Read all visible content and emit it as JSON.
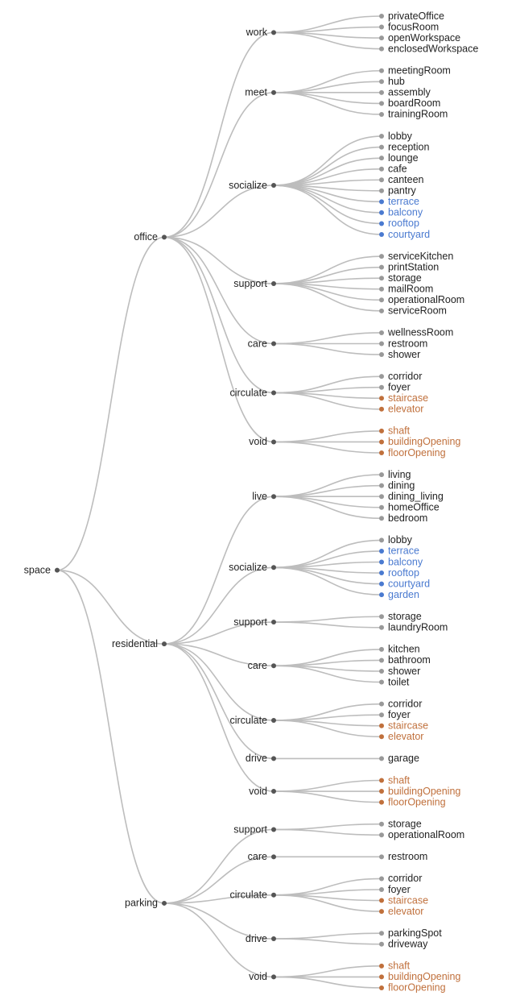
{
  "colors": {
    "link": "#bdbdbd",
    "inner_node": "#555555",
    "leaf_default": "#999999",
    "label_default": "#222222",
    "outdoor": "#4a7ad0",
    "vertical": "#c0703c"
  },
  "tree": {
    "name": "space",
    "children": [
      {
        "name": "office",
        "children": [
          {
            "name": "work",
            "children": [
              {
                "name": "privateOffice"
              },
              {
                "name": "focusRoom"
              },
              {
                "name": "openWorkspace"
              },
              {
                "name": "enclosedWorkspace"
              }
            ]
          },
          {
            "name": "meet",
            "children": [
              {
                "name": "meetingRoom"
              },
              {
                "name": "hub"
              },
              {
                "name": "assembly"
              },
              {
                "name": "boardRoom"
              },
              {
                "name": "trainingRoom"
              }
            ]
          },
          {
            "name": "socialize",
            "children": [
              {
                "name": "lobby"
              },
              {
                "name": "reception"
              },
              {
                "name": "lounge"
              },
              {
                "name": "cafe"
              },
              {
                "name": "canteen"
              },
              {
                "name": "pantry"
              },
              {
                "name": "terrace",
                "group": "outdoor"
              },
              {
                "name": "balcony",
                "group": "outdoor"
              },
              {
                "name": "rooftop",
                "group": "outdoor"
              },
              {
                "name": "courtyard",
                "group": "outdoor"
              }
            ]
          },
          {
            "name": "support",
            "children": [
              {
                "name": "serviceKitchen"
              },
              {
                "name": "printStation"
              },
              {
                "name": "storage"
              },
              {
                "name": "mailRoom"
              },
              {
                "name": "operationalRoom"
              },
              {
                "name": "serviceRoom"
              }
            ]
          },
          {
            "name": "care",
            "children": [
              {
                "name": "wellnessRoom"
              },
              {
                "name": "restroom"
              },
              {
                "name": "shower"
              }
            ]
          },
          {
            "name": "circulate",
            "children": [
              {
                "name": "corridor"
              },
              {
                "name": "foyer"
              },
              {
                "name": "staircase",
                "group": "vertical"
              },
              {
                "name": "elevator",
                "group": "vertical"
              }
            ]
          },
          {
            "name": "void",
            "children": [
              {
                "name": "shaft",
                "group": "vertical"
              },
              {
                "name": "buildingOpening",
                "group": "vertical"
              },
              {
                "name": "floorOpening",
                "group": "vertical"
              }
            ]
          }
        ]
      },
      {
        "name": "residential",
        "children": [
          {
            "name": "live",
            "children": [
              {
                "name": "living"
              },
              {
                "name": "dining"
              },
              {
                "name": "dining_living"
              },
              {
                "name": "homeOffice"
              },
              {
                "name": "bedroom"
              }
            ]
          },
          {
            "name": "socialize",
            "children": [
              {
                "name": "lobby"
              },
              {
                "name": "terrace",
                "group": "outdoor"
              },
              {
                "name": "balcony",
                "group": "outdoor"
              },
              {
                "name": "rooftop",
                "group": "outdoor"
              },
              {
                "name": "courtyard",
                "group": "outdoor"
              },
              {
                "name": "garden",
                "group": "outdoor"
              }
            ]
          },
          {
            "name": "support",
            "children": [
              {
                "name": "storage"
              },
              {
                "name": "laundryRoom"
              }
            ]
          },
          {
            "name": "care",
            "children": [
              {
                "name": "kitchen"
              },
              {
                "name": "bathroom"
              },
              {
                "name": "shower"
              },
              {
                "name": "toilet"
              }
            ]
          },
          {
            "name": "circulate",
            "children": [
              {
                "name": "corridor"
              },
              {
                "name": "foyer"
              },
              {
                "name": "staircase",
                "group": "vertical"
              },
              {
                "name": "elevator",
                "group": "vertical"
              }
            ]
          },
          {
            "name": "drive",
            "children": [
              {
                "name": "garage"
              }
            ]
          },
          {
            "name": "void",
            "children": [
              {
                "name": "shaft",
                "group": "vertical"
              },
              {
                "name": "buildingOpening",
                "group": "vertical"
              },
              {
                "name": "floorOpening",
                "group": "vertical"
              }
            ]
          }
        ]
      },
      {
        "name": "parking",
        "children": [
          {
            "name": "support",
            "children": [
              {
                "name": "storage"
              },
              {
                "name": "operationalRoom"
              }
            ]
          },
          {
            "name": "care",
            "children": [
              {
                "name": "restroom"
              }
            ]
          },
          {
            "name": "circulate",
            "children": [
              {
                "name": "corridor"
              },
              {
                "name": "foyer"
              },
              {
                "name": "staircase",
                "group": "vertical"
              },
              {
                "name": "elevator",
                "group": "vertical"
              }
            ]
          },
          {
            "name": "drive",
            "children": [
              {
                "name": "parkingSpot"
              },
              {
                "name": "driveway"
              }
            ]
          },
          {
            "name": "void",
            "children": [
              {
                "name": "shaft",
                "group": "vertical"
              },
              {
                "name": "buildingOpening",
                "group": "vertical"
              },
              {
                "name": "floorOpening",
                "group": "vertical"
              }
            ]
          }
        ]
      }
    ]
  }
}
